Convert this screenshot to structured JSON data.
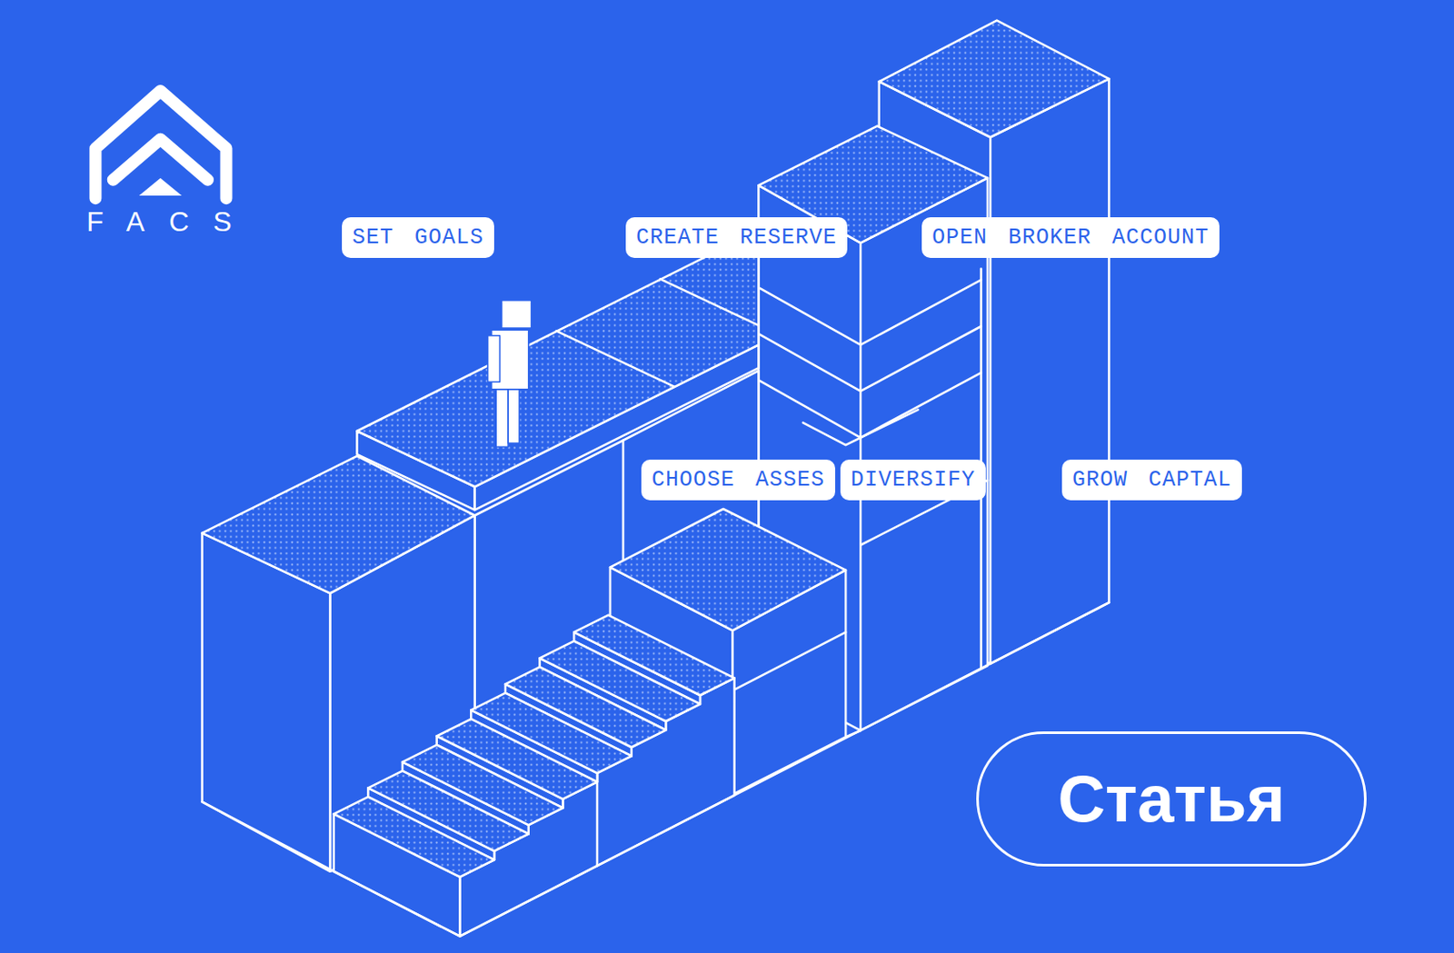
{
  "diagram": {
    "nodes": [
      {
        "text": [
          "SET GOALS"
        ]
      },
      {
        "text": [
          "CREATE RESERVE"
        ]
      },
      {
        "text": [
          "OPEN BROKER ACCOUNT"
        ]
      },
      {
        "text": [
          "CHOOSE ASSES"
        ]
      },
      {
        "text": [
          "DIVERSIFY"
        ]
      },
      {
        "text": [
          "GROW CAPTAL"
        ]
      },
      {
        "text": [
          "Статья"
        ]
      }
    ],
    "labels": [
      "FACS"
    ]
  }
}
